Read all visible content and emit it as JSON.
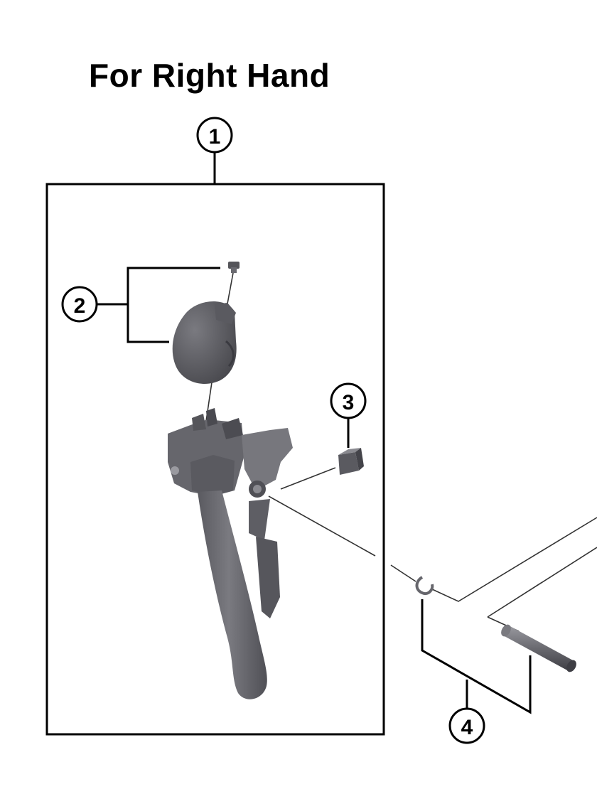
{
  "title": "For Right Hand",
  "callouts": [
    {
      "number": "1",
      "part": "bracket-assembly"
    },
    {
      "number": "2",
      "part": "bracket-cover"
    },
    {
      "number": "3",
      "part": "small-block"
    },
    {
      "number": "4",
      "part": "clip-and-pin"
    }
  ],
  "colors": {
    "line": "#000000",
    "part_dark": "#4a4a4f",
    "part_mid": "#6b6b70",
    "part_light": "#8c8c92",
    "part_highlight": "#a8a8ae",
    "leader": "#333333"
  }
}
